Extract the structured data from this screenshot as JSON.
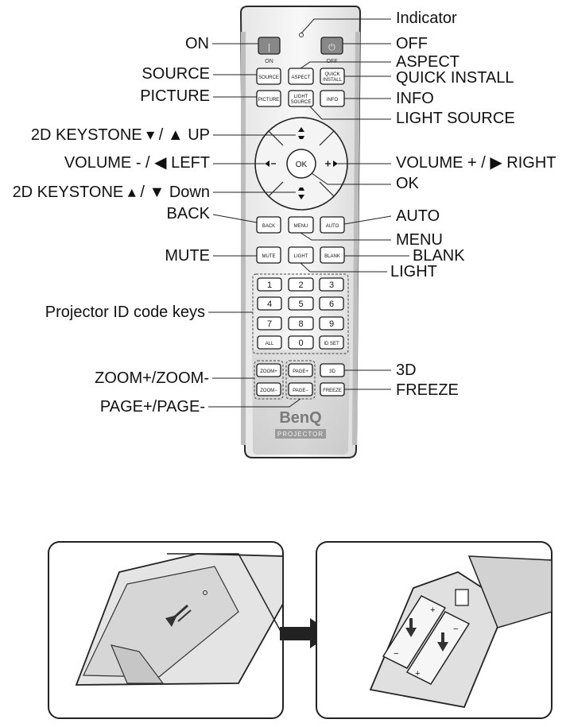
{
  "labels": {
    "indicator": "Indicator",
    "on": "ON",
    "off": "OFF",
    "source": "SOURCE",
    "aspect": "ASPECT",
    "quick_install": "QUICK INSTALL",
    "picture": "PICTURE",
    "info": "INFO",
    "light_source": "LIGHT SOURCE",
    "keystone_up": "2D KEYSTONE ▾ / ▲ UP",
    "volume_left": "VOLUME - / ◀ LEFT",
    "volume_right": "VOLUME + / ▶ RIGHT",
    "ok": "OK",
    "keystone_down": "2D KEYSTONE ▴ / ▼ Down",
    "back": "BACK",
    "auto": "AUTO",
    "menu": "MENU",
    "mute": "MUTE",
    "blank": "BLANK",
    "light": "LIGHT",
    "id_keys": "Projector ID code keys",
    "zoom": "ZOOM+/ZOOM-",
    "three_d": "3D",
    "page": "PAGE+/PAGE-",
    "freeze": "FREEZE"
  },
  "buttons": {
    "on_symbol": "|",
    "off_symbol": "⏻",
    "on_under": "ON",
    "off_under": "OFF",
    "source": "SOURCE",
    "aspect": "ASPECT",
    "quick_1": "QUICK",
    "quick_2": "INSTALL",
    "picture": "PICTURE",
    "light_source_1": "LIGHT",
    "light_source_2": "SOURCE",
    "info": "INFO",
    "ok": "OK",
    "back": "BACK",
    "menu": "MENU",
    "auto": "AUTO",
    "mute": "MUTE",
    "light": "LIGHT",
    "blank": "BLANK",
    "num_1": "1",
    "num_2": "2",
    "num_3": "3",
    "num_4": "4",
    "num_5": "5",
    "num_6": "6",
    "num_7": "7",
    "num_8": "8",
    "num_9": "9",
    "all": "ALL",
    "num_0": "0",
    "id_set": "ID SET",
    "zoom_plus": "ZOOM+",
    "page_plus": "PAGE+",
    "three_d": "3D",
    "zoom_minus": "ZOOM−",
    "page_minus": "PAGE−",
    "freeze": "FREEZE"
  },
  "brand": {
    "name": "BenQ",
    "sub": "PROJECTOR"
  },
  "battery": {
    "plus": "+",
    "minus": "−"
  }
}
